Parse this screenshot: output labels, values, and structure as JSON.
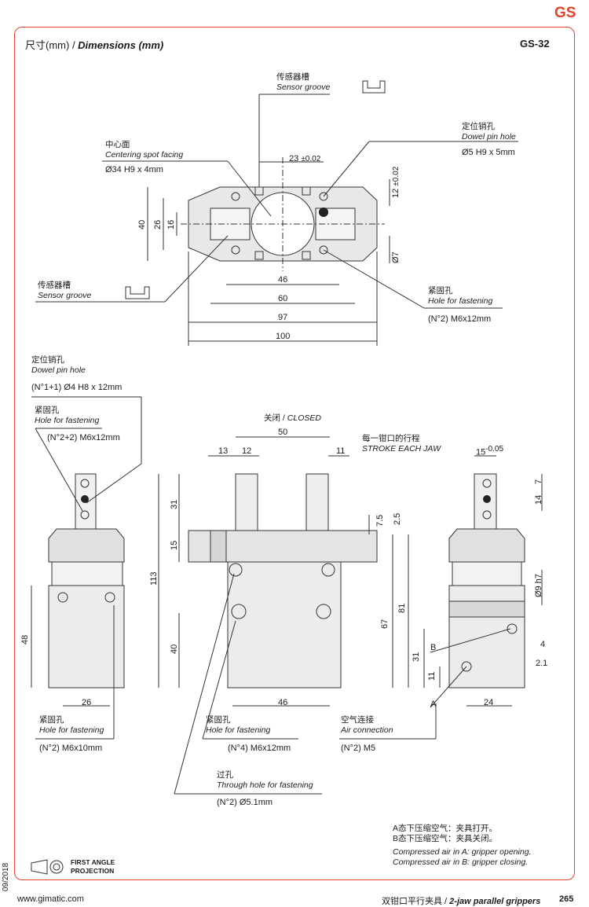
{
  "brand": "GS",
  "header": {
    "title_cn": "尺寸",
    "title_unit": "(mm) / ",
    "title_en": "Dimensions (mm)",
    "model": "GS-32"
  },
  "top_view": {
    "sensor_groove_cn": "传感器槽",
    "sensor_groove_en": "Sensor groove",
    "centering_cn": "中心面",
    "centering_en": "Centering spot facing",
    "centering_val": "Ø34 H9 x 4mm",
    "dowel_cn": "定位销孔",
    "dowel_en": "Dowel pin hole",
    "dowel_val": "Ø5 H9 x 5mm",
    "sensor_groove2_cn": "传感器槽",
    "sensor_groove2_en": "Sensor groove",
    "fastening_cn": "紧固孔",
    "fastening_en": "Hole for fastening",
    "fastening_val": "(N°2)  M6x12mm",
    "dims": {
      "d23": "23",
      "d23_tol": "±0.02",
      "d12": "12",
      "d12_tol": "±0.02",
      "d40": "40",
      "d26": "26",
      "d16": "16",
      "d7": "Ø7",
      "d46": "46",
      "d60": "60",
      "d97": "97",
      "d100": "100"
    }
  },
  "left_view": {
    "dowel_cn": "定位销孔",
    "dowel_en": "Dowel pin hole",
    "dowel_val": "(N°1+1)  Ø4 H8 x 12mm",
    "fastening_cn": "紧固孔",
    "fastening_en": "Hole for fastening",
    "fastening_val": "(N°2+2)  M6x12mm",
    "fastening2_cn": "紧固孔",
    "fastening2_en": "Hole for fastening",
    "fastening2_val": "(N°2)  M6x10mm",
    "dims": {
      "d48": "48",
      "d26": "26"
    }
  },
  "front_view": {
    "closed_cn": "关闭 / ",
    "closed_en": "CLOSED",
    "stroke_cn": "每一钳口的行程",
    "stroke_en": "STROKE EACH JAW",
    "fastening_cn": "紧固孔",
    "fastening_en": "Hole for fastening",
    "fastening_val": "(N°4)  M6x12mm",
    "air_cn": "空气连接",
    "air_en": "Air connection",
    "air_val": "(N°2)  M5",
    "through_cn": "过孔",
    "through_en": "Through hole for fastening",
    "through_val": "(N°2)  Ø5.1mm",
    "dims": {
      "d50": "50",
      "d13": "13",
      "d12": "12",
      "d11": "11",
      "d31": "31",
      "d15": "15",
      "d113": "113",
      "d40": "40",
      "d46": "46",
      "d7_5": "7.5",
      "d2_5": "2.5",
      "d67": "67"
    }
  },
  "side_view": {
    "dims": {
      "d15": "15",
      "d15_tol": "-0.05",
      "d7": "7",
      "d14": "14",
      "d9": "Ø9 h7",
      "d81": "81",
      "d31": "31",
      "d11": "11",
      "d4": "4",
      "d2_1": "2.1",
      "d24": "24",
      "lblA": "A",
      "lblB": "B"
    }
  },
  "notes": {
    "cn1": "A态下压缩空气：夹具打开。",
    "cn2": "B态下压缩空气：夹具关闭。",
    "en1": "Compressed air in A: gripper opening.",
    "en2": "Compressed air in B: gripper closing."
  },
  "projection": {
    "line1": "FIRST ANGLE",
    "line2": "PROJECTION"
  },
  "footer": {
    "date": "09/2018",
    "url": "www.gimatic.com",
    "desc_cn": "双钳口平行夹具 / ",
    "desc_en": "2-jaw parallel grippers",
    "page": "265"
  }
}
